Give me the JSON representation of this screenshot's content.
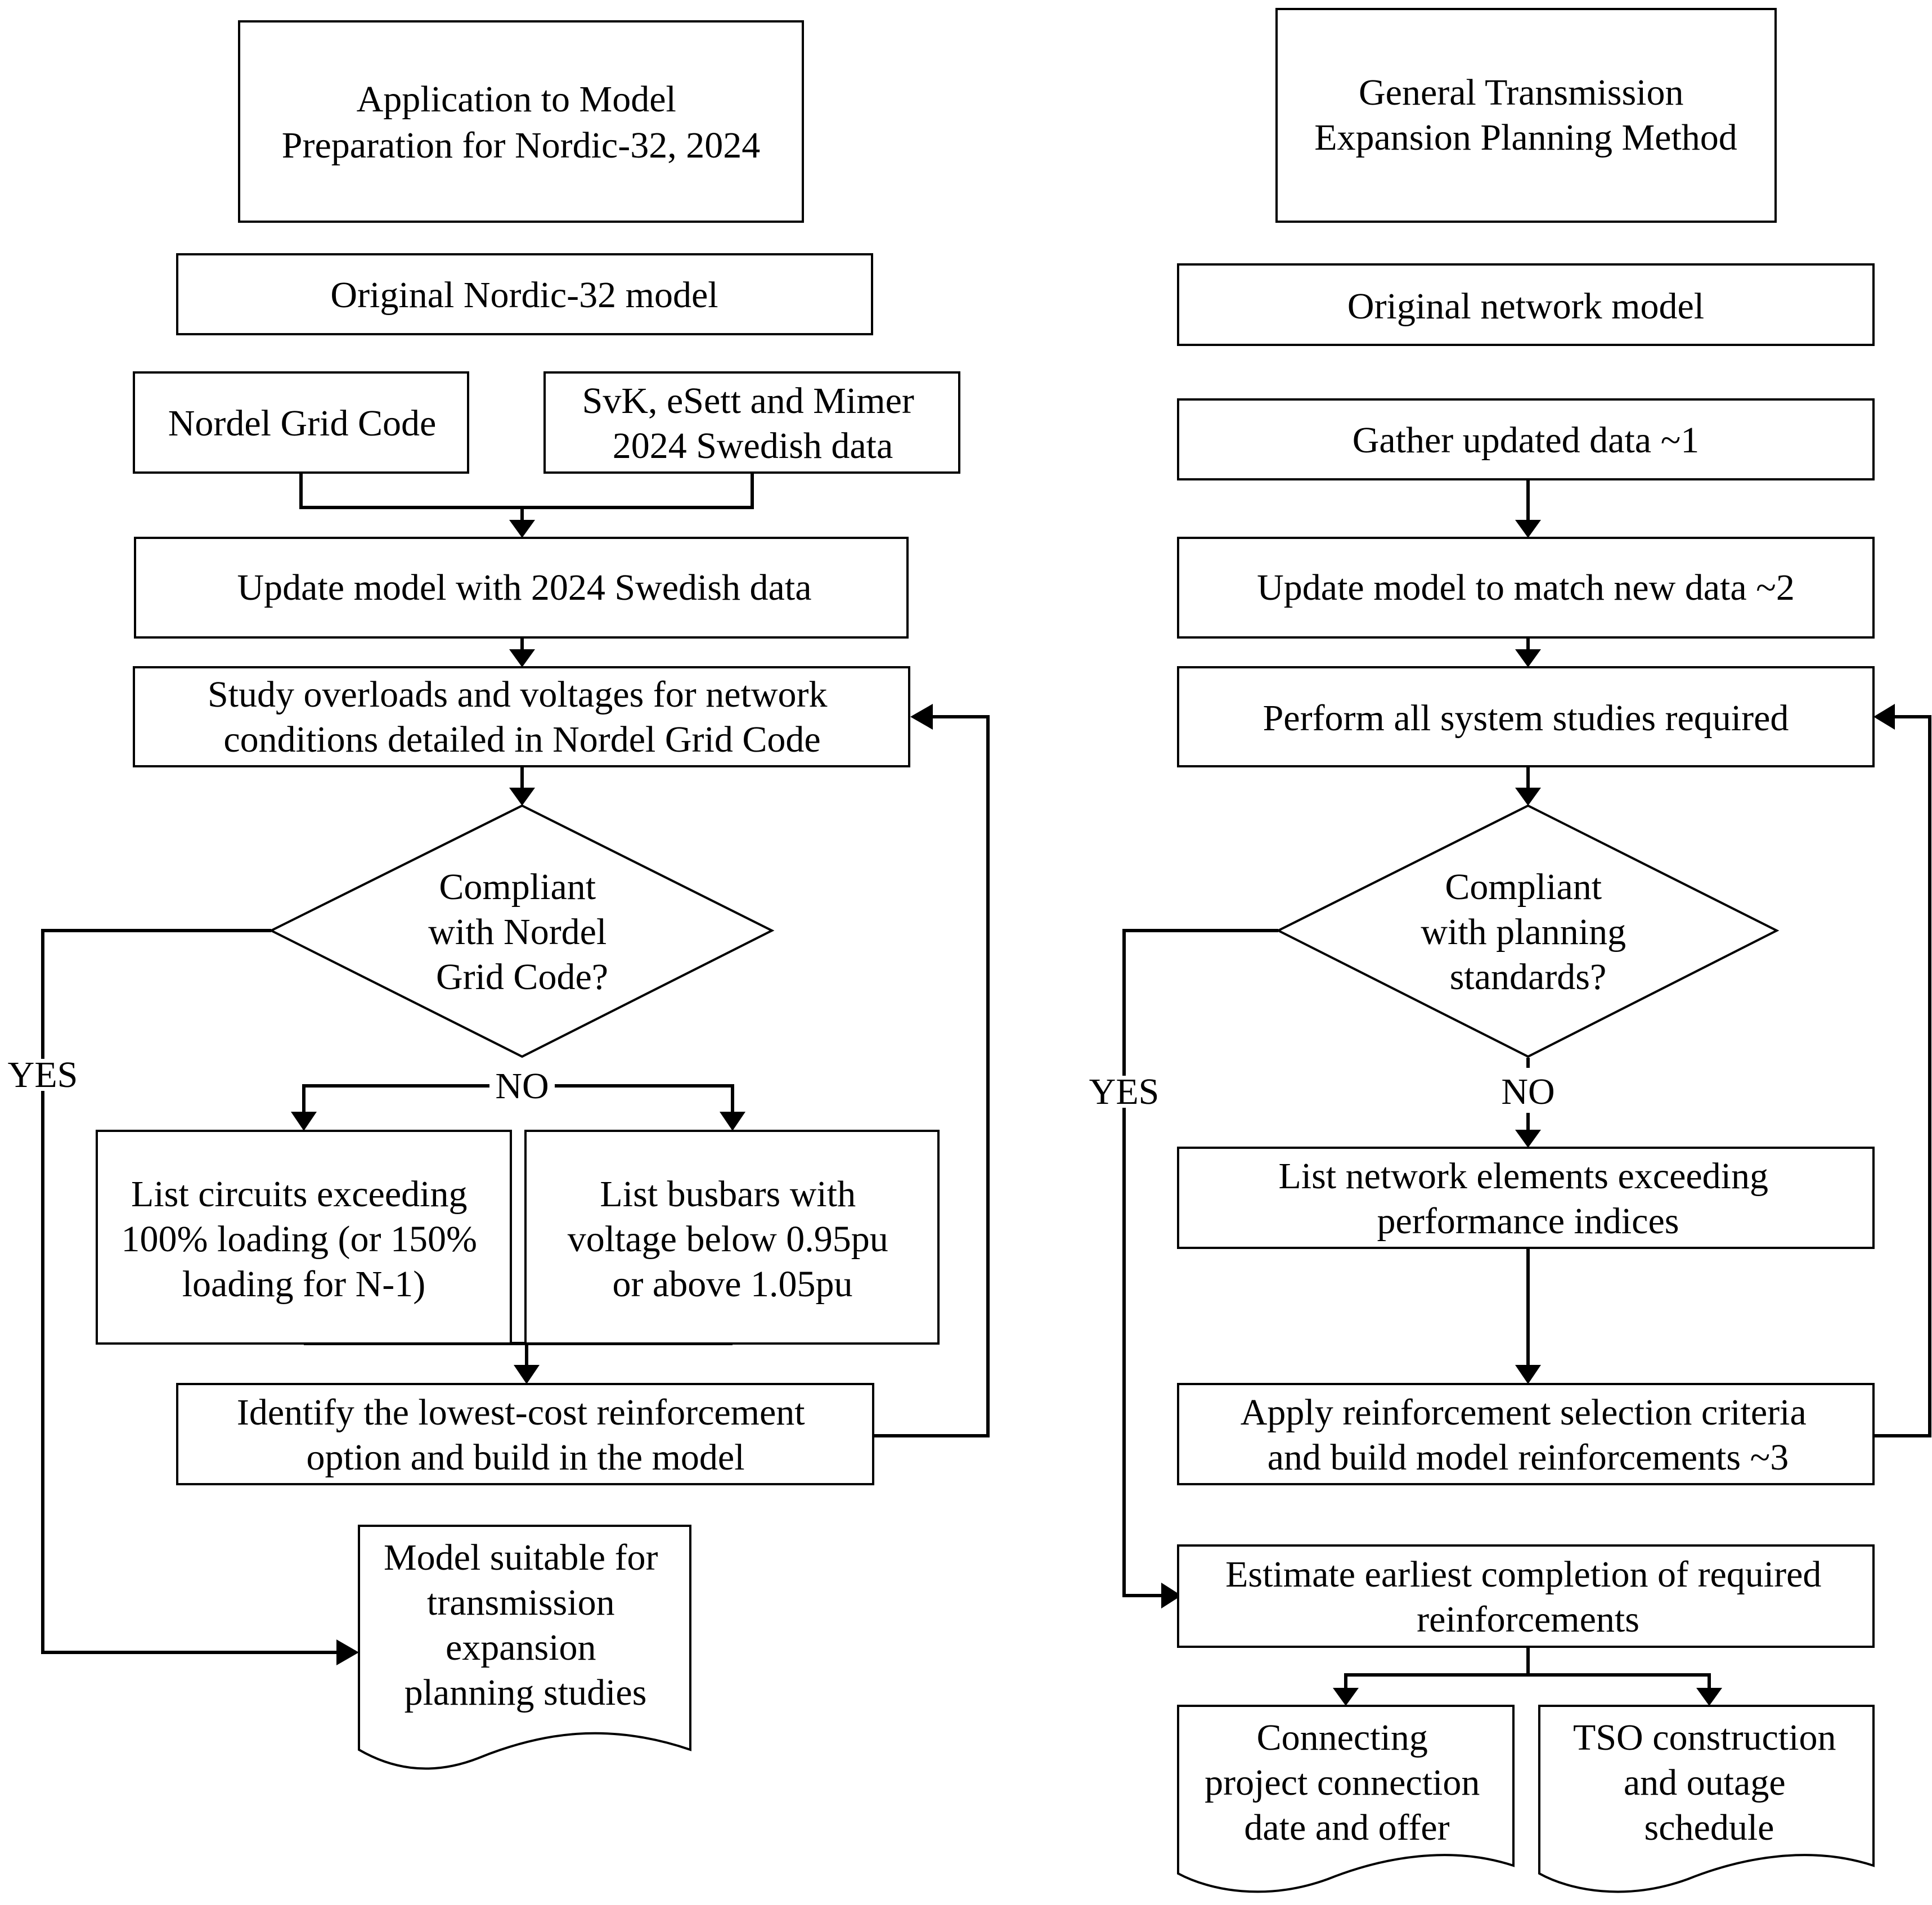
{
  "left": {
    "title": [
      "Application to Model",
      "Preparation for Nordic-32, 2024"
    ],
    "original_model": [
      "Original Nordic-32 model"
    ],
    "grid_code": [
      "Nordel Grid Code"
    ],
    "swedish_data": [
      "SvK, eSett and Mimer",
      "2024 Swedish data"
    ],
    "update_model": [
      "Update model with 2024 Swedish data"
    ],
    "study": [
      "Study overloads and voltages for network",
      "conditions detailed in Nordel Grid Code"
    ],
    "decision": [
      "Compliant",
      "with Nordel",
      "Grid Code?"
    ],
    "yes_label": "YES",
    "no_label": "NO",
    "circuits": [
      "List circuits exceeding",
      "100% loading (or 150%",
      "loading for N-1)"
    ],
    "busbars": [
      "List busbars with",
      "voltage below 0.95pu",
      "or above 1.05pu"
    ],
    "identify": [
      "Identify the lowest-cost reinforcement",
      "option and build in the model"
    ],
    "result": [
      "Model suitable for",
      "transmission",
      "expansion",
      "planning studies"
    ]
  },
  "right": {
    "title": [
      "General Transmission",
      "Expansion Planning Method"
    ],
    "original_model": [
      "Original network model"
    ],
    "gather": [
      "Gather updated data ~1"
    ],
    "update_model": [
      "Update model to match new data ~2"
    ],
    "perform": [
      "Perform all system studies required"
    ],
    "decision": [
      "Compliant",
      "with planning",
      "standards?"
    ],
    "yes_label": "YES",
    "no_label": "NO",
    "list_elements": [
      "List network elements exceeding",
      "performance indices"
    ],
    "apply": [
      "Apply reinforcement selection criteria",
      "and build model reinforcements ~3"
    ],
    "estimate": [
      "Estimate earliest completion of required",
      "reinforcements"
    ],
    "connecting": [
      "Connecting",
      "project connection",
      "date and offer"
    ],
    "tso": [
      "TSO construction",
      "and outage",
      "schedule"
    ]
  }
}
